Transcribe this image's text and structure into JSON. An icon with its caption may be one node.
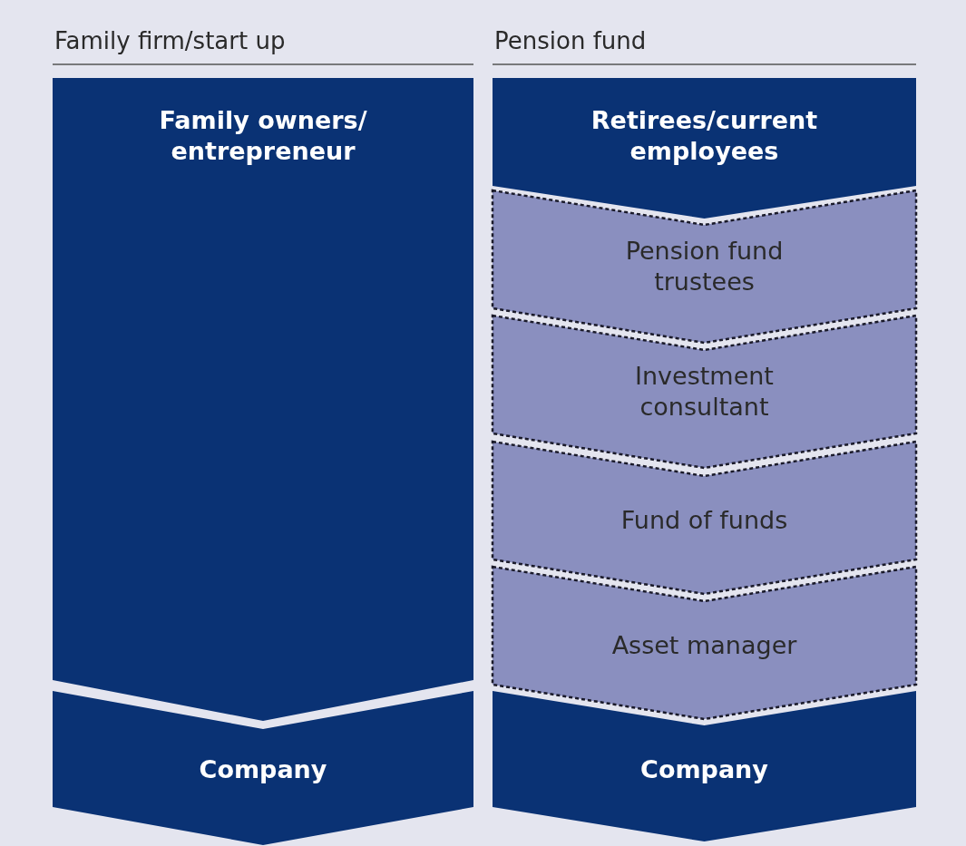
{
  "diagram": {
    "nodes": [
      {
        "text": [
          "Family owners/ entrepreneur"
        ]
      },
      {
        "text": [
          "Company"
        ]
      },
      {
        "text": [
          "Retirees/current employees"
        ]
      },
      {
        "text": [
          "Pension fund trustees"
        ]
      },
      {
        "text": [
          "Investment consultant"
        ]
      },
      {
        "text": [
          "Fund of funds"
        ]
      },
      {
        "text": [
          "Asset manager"
        ]
      },
      {
        "text": [
          "Company"
        ]
      }
    ],
    "labels": [
      "Family firm/start up",
      "Pension fund"
    ]
  }
}
